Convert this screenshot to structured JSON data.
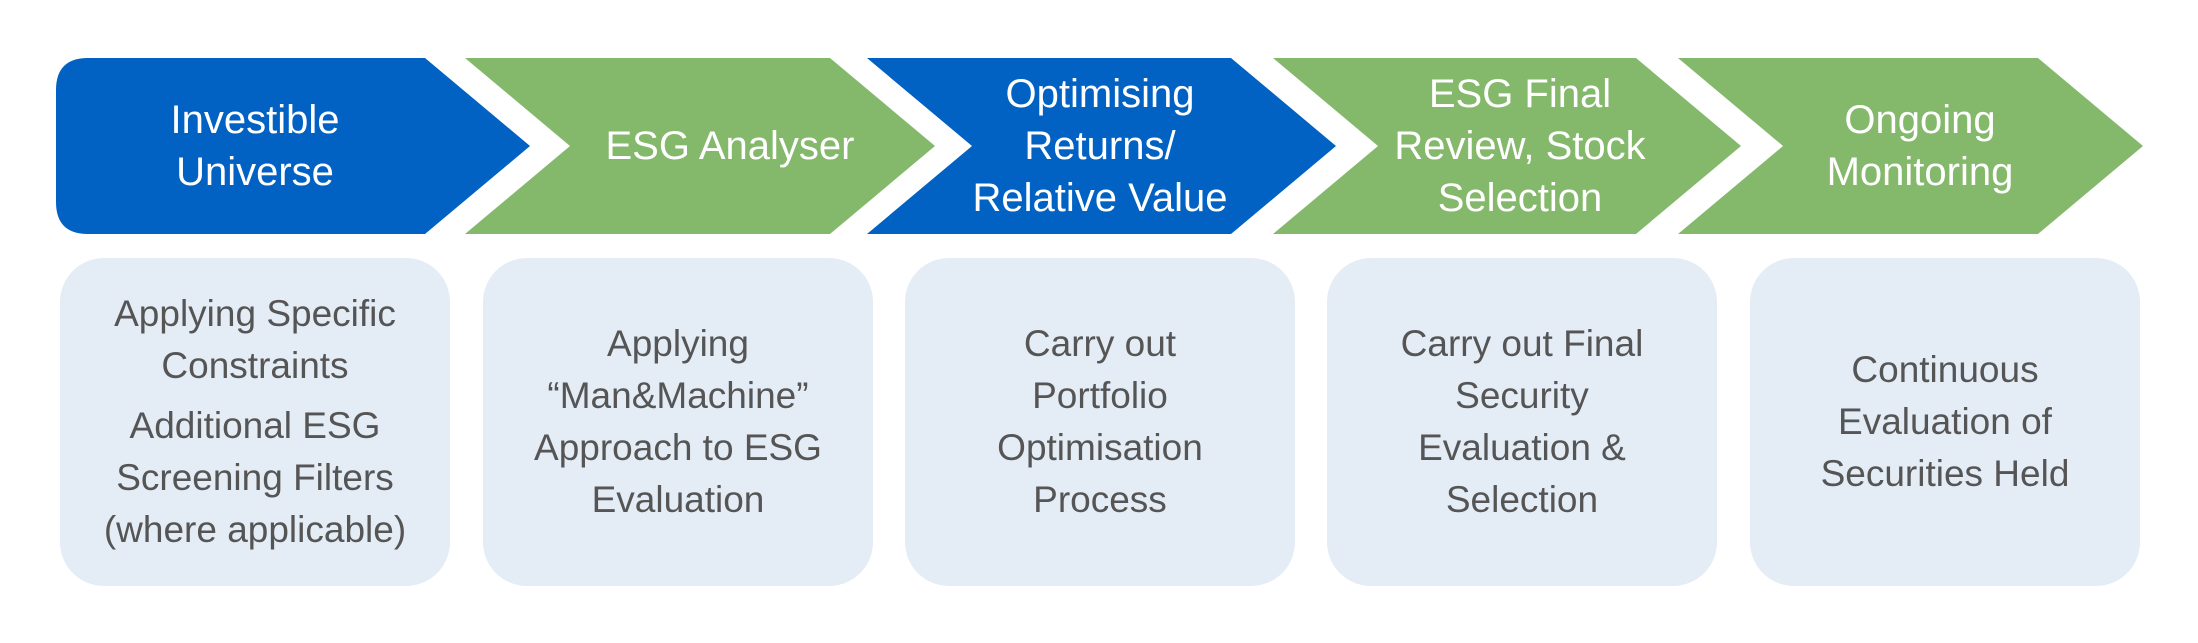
{
  "colors": {
    "blue": "#0162c3",
    "green": "#84b86b",
    "box_background": "#e4ecf6",
    "box_text": "#555555",
    "arrow_text": "#ffffff"
  },
  "steps": [
    {
      "label": "Investible\nUniverse",
      "color": "blue",
      "description": [
        "Applying Specific\nConstraints",
        "Additional ESG\nScreening Filters\n(where applicable)"
      ]
    },
    {
      "label": "ESG Analyser",
      "color": "green",
      "description": [
        "Applying\n“Man&Machine”\nApproach to ESG\nEvaluation"
      ]
    },
    {
      "label": "Optimising\nReturns/\nRelative Value",
      "color": "blue",
      "description": [
        "Carry out\nPortfolio\nOptimisation\nProcess"
      ]
    },
    {
      "label": "ESG Final\nReview, Stock\nSelection",
      "color": "green",
      "description": [
        "Carry out Final\nSecurity\nEvaluation &\nSelection"
      ]
    },
    {
      "label": "Ongoing\nMonitoring",
      "color": "green",
      "description": [
        "Continuous\nEvaluation of\nSecurities Held"
      ]
    }
  ]
}
